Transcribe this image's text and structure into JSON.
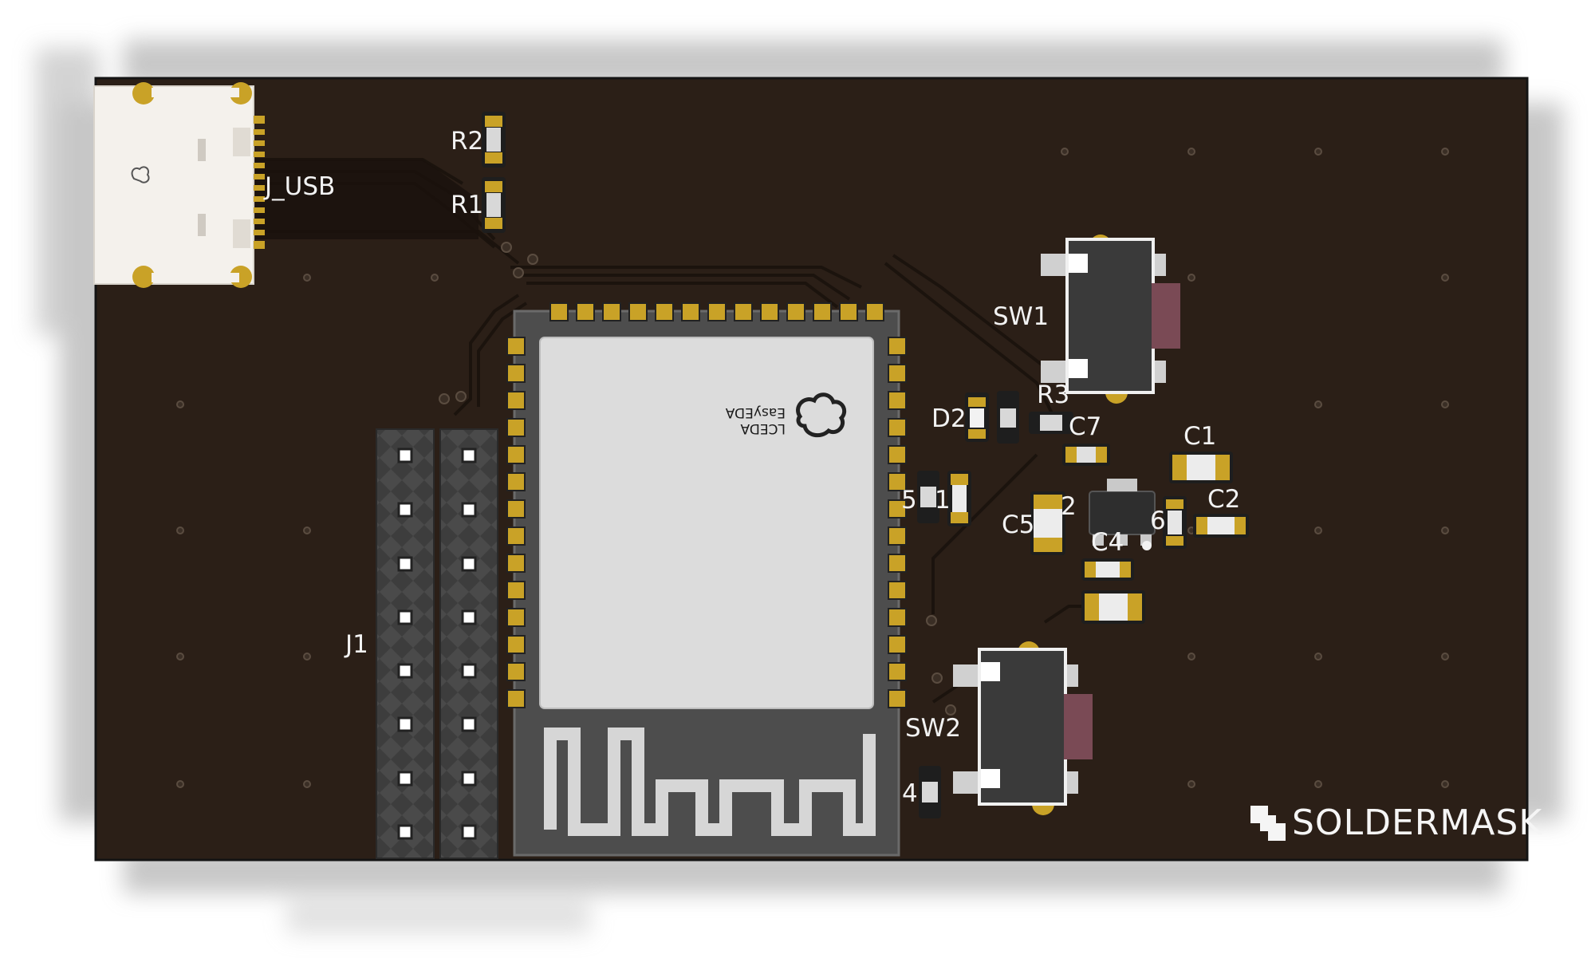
{
  "board": {
    "brand": "SOLDERMASK",
    "module_marking": {
      "line1": "LCEDA",
      "line2": "EasyEDA"
    },
    "colors": {
      "soldermask": "#2b1f17",
      "silkscreen": "#f2f2f2",
      "gold_pad": "#c9a227",
      "module_shield": "#dcdcdc",
      "module_pcb": "#4d4d4d",
      "usb_shell": "#f4f1ec",
      "switch_body": "#3a3a3a",
      "switch_knob": "#7a4a55",
      "header_body": "#3f3f3f"
    }
  },
  "labels": {
    "j_usb": "J_USB",
    "r2": "R2",
    "r1": "R1",
    "sw1": "SW1",
    "sw2": "SW2",
    "r3": "R3",
    "d2": "D2",
    "c7": "C7",
    "c1": "C1",
    "c2": "C2",
    "c5": "C5",
    "c4": "C4",
    "j1": "J1",
    "frag_5": "5",
    "frag_1": "1",
    "frag_6": "6",
    "frag_2": "2",
    "frag_4": "4"
  }
}
